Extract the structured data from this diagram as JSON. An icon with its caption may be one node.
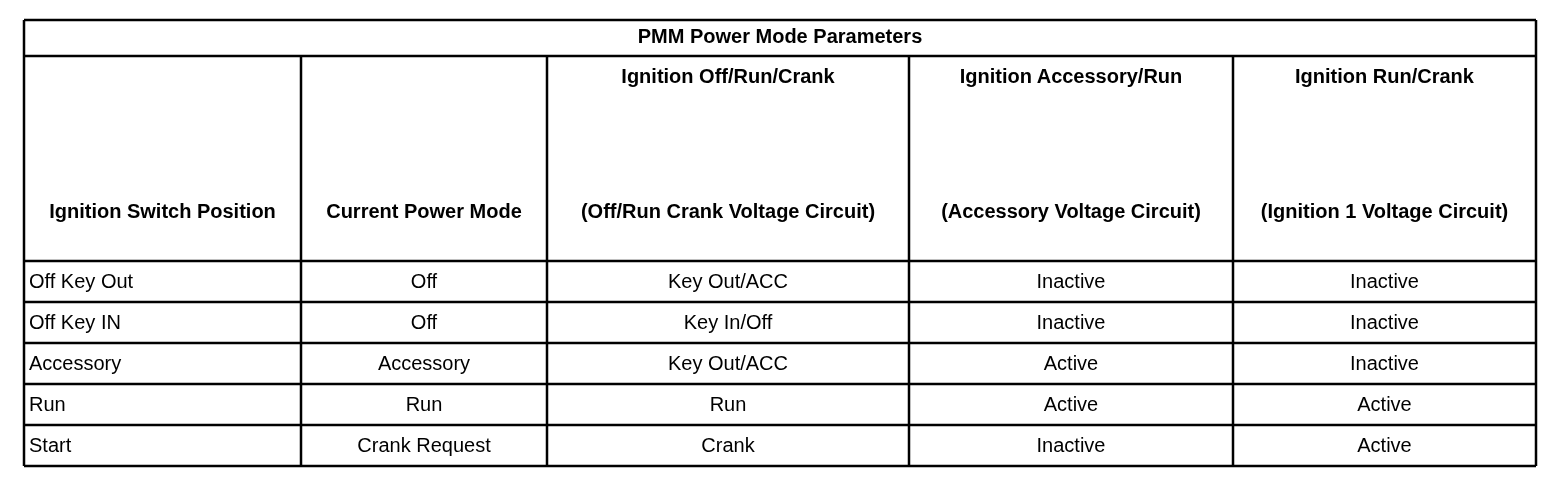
{
  "diagram": {
    "title": "PMM Power Mode Parameters",
    "labels": [
      "Ignition Switch Position",
      "Current Power Mode",
      "Ignition Off/Run/Crank",
      "(Off/Run Crank Voltage Circuit)",
      "Ignition Accessory/Run",
      "(Accessory Voltage Circuit)",
      "Ignition Run/Crank",
      "(Ignition 1 Voltage Circuit)",
      "Off Key Out",
      "Off",
      "Key Out/ACC",
      "Inactive",
      "Inactive",
      "Off Key IN",
      "Off",
      "Key In/Off",
      "Inactive",
      "Inactive",
      "Accessory",
      "Accessory",
      "Key Out/ACC",
      "Active",
      "Inactive",
      "Run",
      "Run",
      "Run",
      "Active",
      "Active",
      "Start",
      "Crank Request",
      "Crank",
      "Inactive",
      "Active"
    ]
  }
}
